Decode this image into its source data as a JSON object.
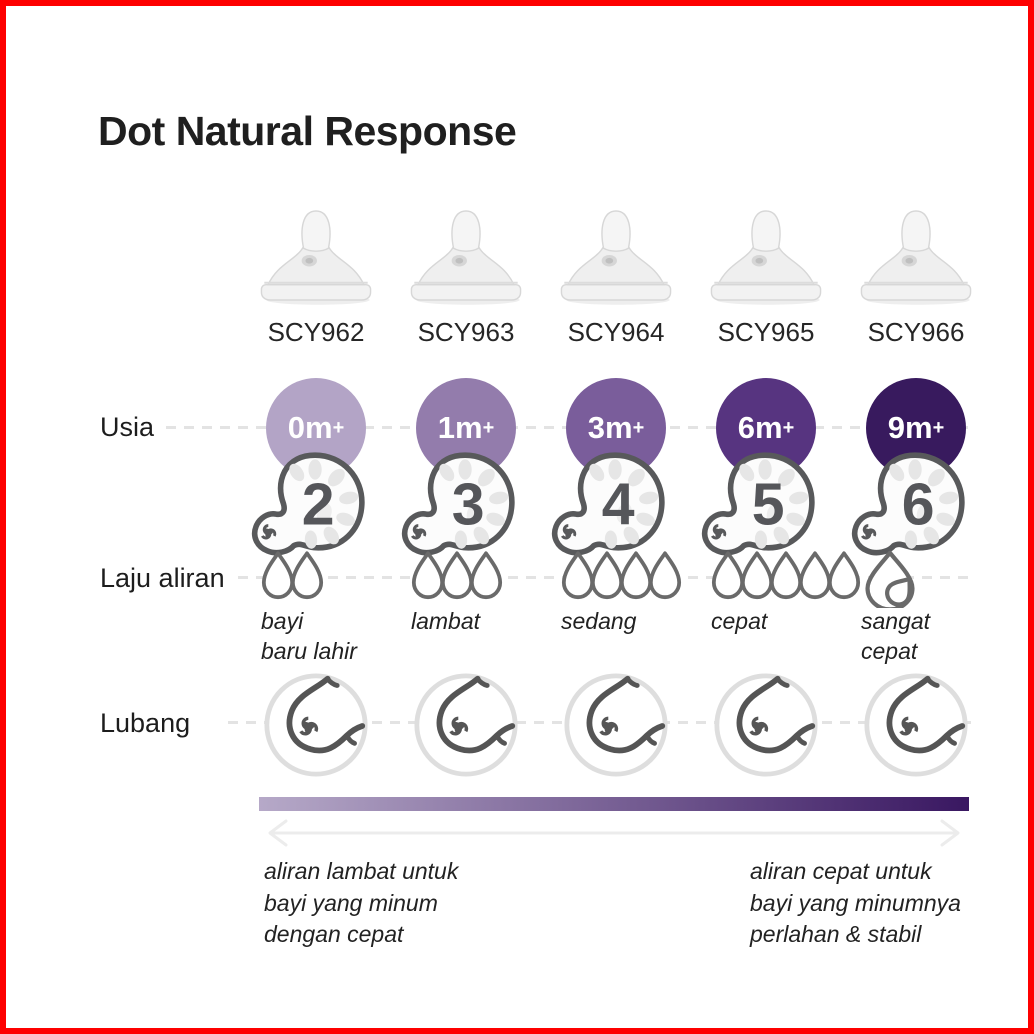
{
  "title": "Dot Natural Response",
  "row_labels": {
    "age": "Usia",
    "flow": "Laju aliran",
    "hole": "Lubang"
  },
  "columns": [
    {
      "model": "SCY962",
      "age_badge": "0m+",
      "badge_color": "#b3a4c6",
      "number": "2",
      "drop_count": 2,
      "drop_style": "outline",
      "flow_lines": [
        "bayi",
        "baru lahir"
      ]
    },
    {
      "model": "SCY963",
      "age_badge": "1m+",
      "badge_color": "#937cac",
      "number": "3",
      "drop_count": 3,
      "drop_style": "outline",
      "flow_lines": [
        "lambat"
      ]
    },
    {
      "model": "SCY964",
      "age_badge": "3m+",
      "badge_color": "#7a5d9b",
      "number": "4",
      "drop_count": 4,
      "drop_style": "outline",
      "flow_lines": [
        "sedang"
      ]
    },
    {
      "model": "SCY965",
      "age_badge": "6m+",
      "badge_color": "#573480",
      "number": "5",
      "drop_count": 5,
      "drop_style": "outline",
      "flow_lines": [
        "cepat"
      ]
    },
    {
      "model": "SCY966",
      "age_badge": "9m+",
      "badge_color": "#381a5e",
      "number": "6",
      "drop_count": 1,
      "drop_style": "double",
      "flow_lines": [
        "sangat",
        "cepat"
      ]
    }
  ],
  "scale": {
    "gradient_start": "#b6a9c8",
    "gradient_end": "#391761",
    "left_note_lines": [
      "aliran lambat untuk",
      "bayi yang minum",
      "dengan cepat"
    ],
    "right_note_lines": [
      "aliran cepat untuk",
      "bayi yang minumnya",
      "perlahan & stabil"
    ]
  },
  "colors": {
    "border": "#fe0000",
    "icon_outline": "#58595b",
    "drop_outline": "#6a6a6a",
    "hole_ring": "#dedede",
    "number_text": "#55565a"
  }
}
